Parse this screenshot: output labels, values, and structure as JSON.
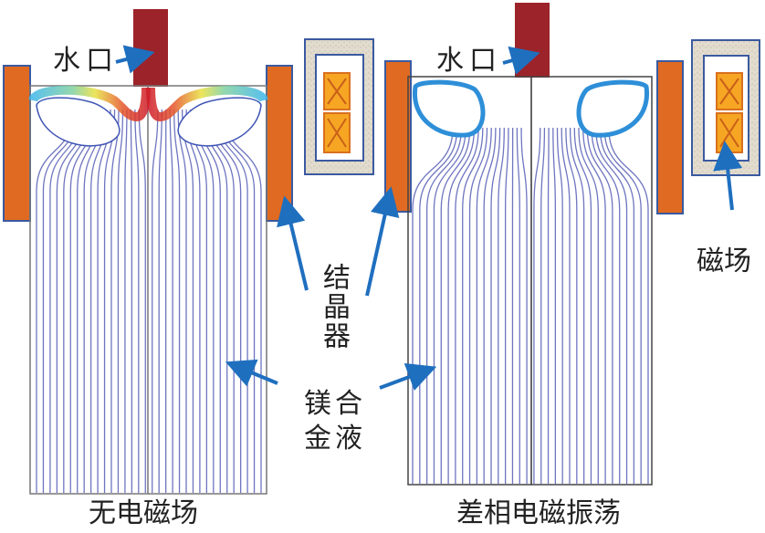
{
  "labels": {
    "nozzle_left": "水口",
    "nozzle_right": "水口",
    "mold": "结晶器",
    "melt_line1": "镁合",
    "melt_line2": "金液",
    "magnetic_field": "磁场",
    "caption_left": "无电磁场",
    "caption_right": "差相电磁振荡"
  },
  "colors": {
    "mold_fill": "#e06a22",
    "mold_border": "#3a5aa0",
    "nozzle": "#9c2329",
    "streamline": "#4a52b0",
    "arrow": "#1f6fbf",
    "coil_fill": "#f6a623",
    "coil_border": "#d9701f",
    "yoke": "#ddd6c8"
  }
}
